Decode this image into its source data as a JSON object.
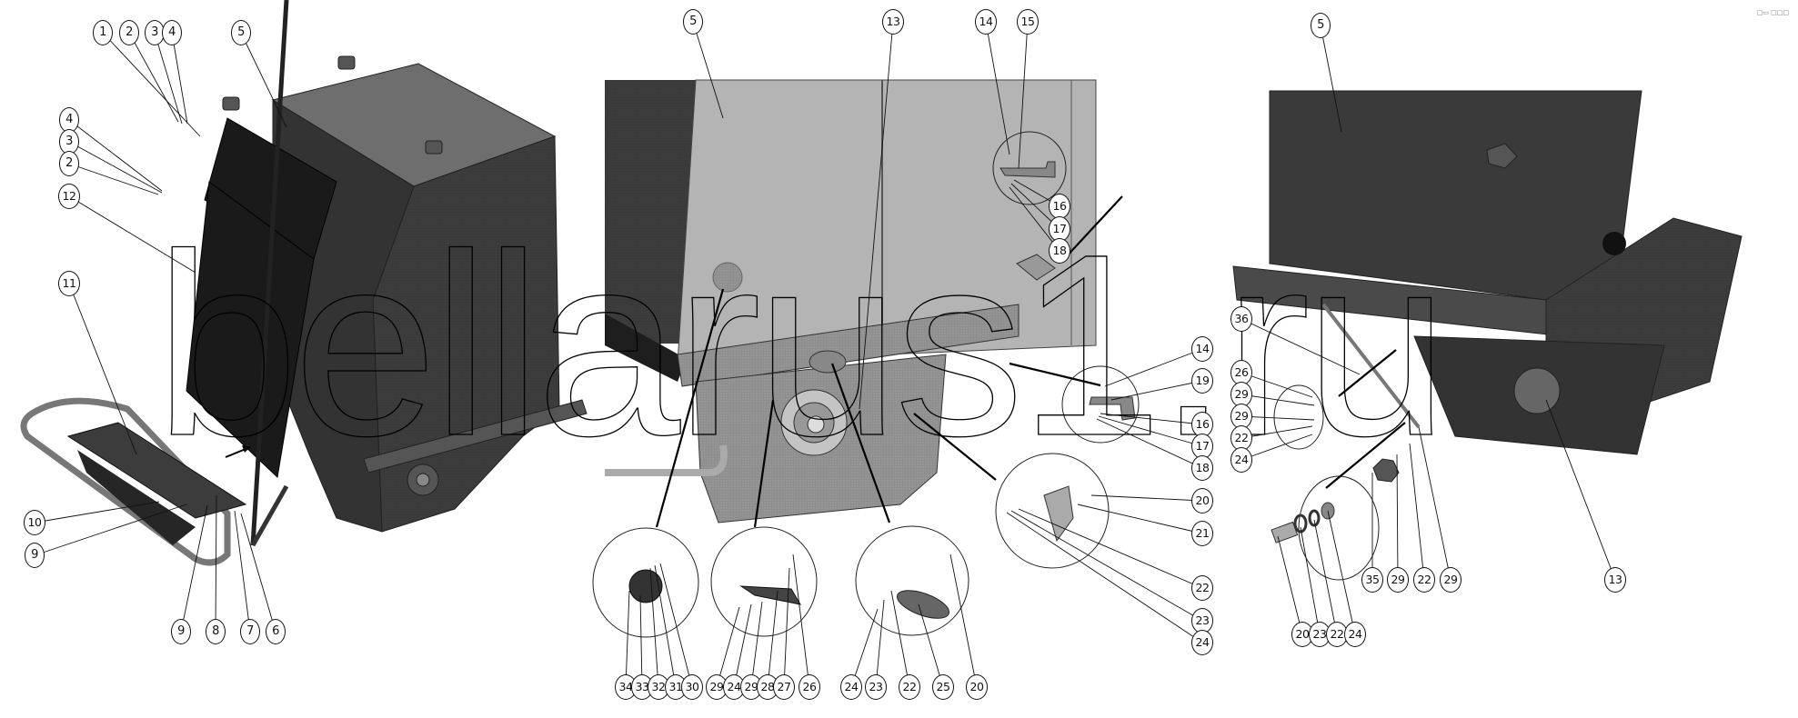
{
  "document": {
    "type": "exploded parts diagram",
    "watermark": "bellarus1.ru",
    "corner_mark": "□▭ □□□",
    "colors": {
      "background": "#ffffff",
      "panel_dark": "#3a3a3a",
      "panel_black": "#1a1a1a",
      "panel_light": "#b4b4b4",
      "line": "#111111"
    }
  },
  "views": [
    {
      "name": "left-view",
      "description": "Hopper assembly with removable screens and foldable step frame",
      "callouts": [
        {
          "label": "1"
        },
        {
          "label": "2"
        },
        {
          "label": "3"
        },
        {
          "label": "4"
        },
        {
          "label": "5"
        },
        {
          "label": "4"
        },
        {
          "label": "3"
        },
        {
          "label": "2"
        },
        {
          "label": "12"
        },
        {
          "label": "11"
        },
        {
          "label": "10"
        },
        {
          "label": "9"
        },
        {
          "label": "9"
        },
        {
          "label": "8"
        },
        {
          "label": "7"
        },
        {
          "label": "6"
        }
      ]
    },
    {
      "name": "middle-view",
      "description": "Hopper side with gearbox, brackets and detail circles",
      "callouts": [
        {
          "label": "5"
        },
        {
          "label": "13"
        },
        {
          "label": "14"
        },
        {
          "label": "15"
        },
        {
          "label": "16"
        },
        {
          "label": "17"
        },
        {
          "label": "18"
        },
        {
          "label": "14"
        },
        {
          "label": "19"
        },
        {
          "label": "16"
        },
        {
          "label": "17"
        },
        {
          "label": "18"
        },
        {
          "label": "20"
        },
        {
          "label": "21"
        },
        {
          "label": "22"
        },
        {
          "label": "23"
        },
        {
          "label": "24"
        },
        {
          "label": "34"
        },
        {
          "label": "33"
        },
        {
          "label": "32"
        },
        {
          "label": "31"
        },
        {
          "label": "30"
        },
        {
          "label": "29"
        },
        {
          "label": "24"
        },
        {
          "label": "29"
        },
        {
          "label": "28"
        },
        {
          "label": "27"
        },
        {
          "label": "26"
        },
        {
          "label": "24"
        },
        {
          "label": "23"
        },
        {
          "label": "22"
        },
        {
          "label": "25"
        },
        {
          "label": "20"
        }
      ]
    },
    {
      "name": "right-view",
      "description": "Hopper rear with auger housing and drain plug",
      "callouts": [
        {
          "label": "5"
        },
        {
          "label": "36"
        },
        {
          "label": "26"
        },
        {
          "label": "29"
        },
        {
          "label": "29"
        },
        {
          "label": "22"
        },
        {
          "label": "24"
        },
        {
          "label": "20"
        },
        {
          "label": "23"
        },
        {
          "label": "22"
        },
        {
          "label": "24"
        },
        {
          "label": "35"
        },
        {
          "label": "29"
        },
        {
          "label": "22"
        },
        {
          "label": "29"
        },
        {
          "label": "13"
        }
      ]
    }
  ]
}
